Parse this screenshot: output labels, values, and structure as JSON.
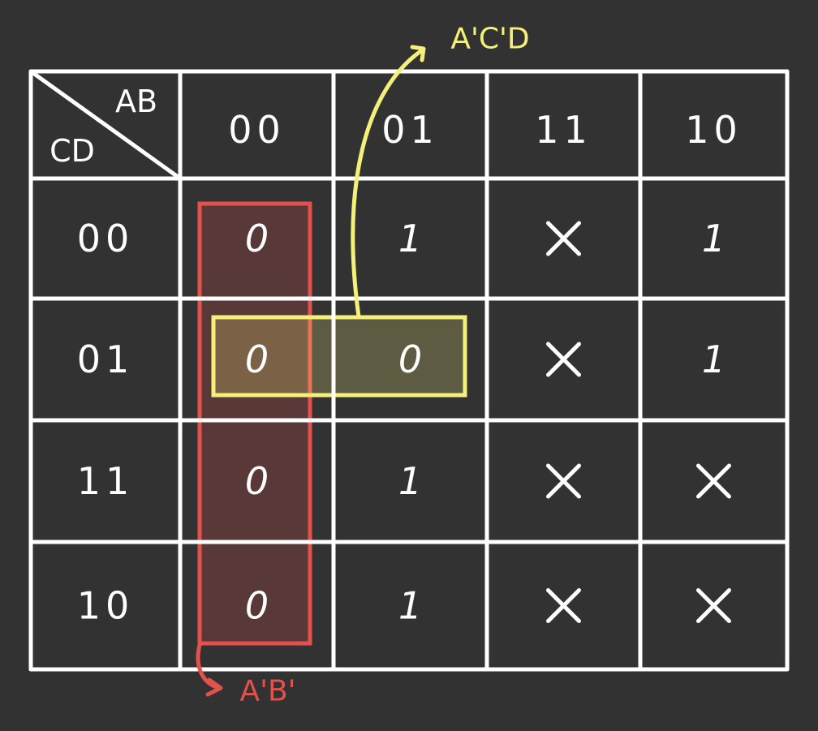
{
  "colors": {
    "background": "#323232",
    "grid": "#ffffff",
    "group_red": "#e2524c",
    "group_yellow": "#f4f07a"
  },
  "kmap": {
    "corner_col_var": "AB",
    "corner_row_var": "CD",
    "col_headers": [
      "00",
      "01",
      "11",
      "10"
    ],
    "row_headers": [
      "00",
      "01",
      "11",
      "10"
    ],
    "cells": [
      [
        "0",
        "1",
        "X",
        "1"
      ],
      [
        "0",
        "0",
        "X",
        "1"
      ],
      [
        "0",
        "1",
        "X",
        "X"
      ],
      [
        "0",
        "1",
        "X",
        "X"
      ]
    ]
  },
  "groups": [
    {
      "label": "A'B'",
      "color": "#e2524c",
      "rows": [
        0,
        3
      ],
      "cols": [
        0,
        0
      ]
    },
    {
      "label": "A'C'D",
      "color": "#f4f07a",
      "rows": [
        1,
        1
      ],
      "cols": [
        0,
        1
      ]
    }
  ]
}
